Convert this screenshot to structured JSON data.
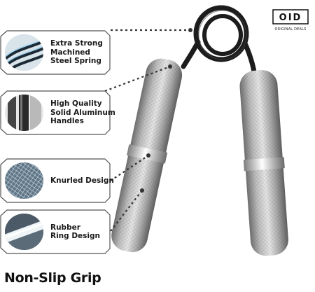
{
  "brand": {
    "logo_mark": "OID",
    "logo_caption": "ORIGINAL DEALS"
  },
  "callouts": [
    {
      "lines": [
        "Extra Strong",
        "Machined",
        "Steel Spring"
      ],
      "icon": "spring-coil-icon"
    },
    {
      "lines": [
        "High Quality",
        "Solid Aluminum",
        "Handles"
      ],
      "icon": "handle-closeup-icon"
    },
    {
      "lines": [
        "Knurled Design"
      ],
      "icon": "knurled-texture-icon"
    },
    {
      "lines": [
        "Rubber",
        "Ring Design"
      ],
      "icon": "rubber-ring-icon"
    }
  ],
  "tagline": "Non-Slip Grip",
  "colors": {
    "frame_stroke": "#555555",
    "spring": "#1c1c1c",
    "handle_light": "#d8d8d8",
    "handle_dark": "#7a7a7a",
    "text": "#1a1a1a"
  }
}
